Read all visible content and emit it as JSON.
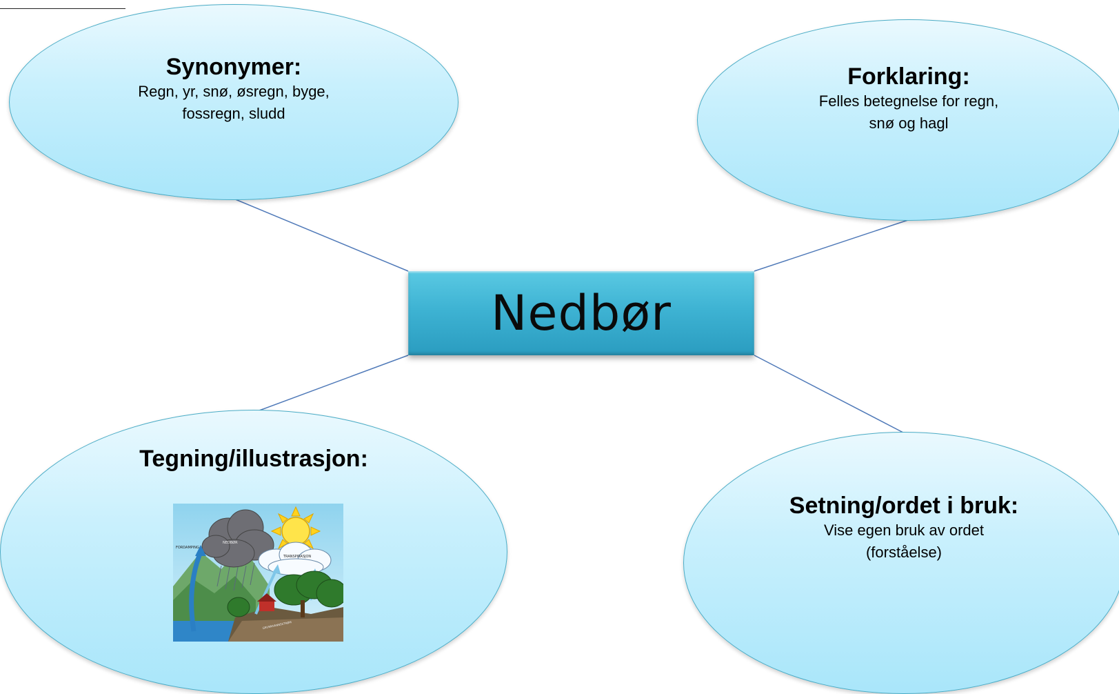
{
  "center": {
    "title": "Nedbør"
  },
  "nodes": {
    "synonyms": {
      "heading": "Synonymer:",
      "line1": "Regn, yr, snø, øsregn, byge,",
      "line2": "fossregn, sludd"
    },
    "explanation": {
      "heading": "Forklaring:",
      "line1": "Felles betegnelse for regn,",
      "line2": "snø og hagl"
    },
    "drawing": {
      "heading": "Tegning/illustrasjon:"
    },
    "sentence": {
      "heading": "Setning/ordet i bruk:",
      "line1": "Vise egen bruk av ordet",
      "line2": "(forståelse)"
    }
  },
  "illustration": {
    "labels": {
      "fordamping": "FORDAMPING",
      "nedbor": "NEDBØR",
      "transpirasjon": "TRANSPIRASJON",
      "grunnvann": "GRUNNVANNSSTRØM"
    }
  },
  "colors": {
    "ellipse_border": "#4aacc6",
    "ellipse_fill": "#c9f0fd",
    "center_fill": "#3eb3d3",
    "connector": "#4f79b8"
  }
}
